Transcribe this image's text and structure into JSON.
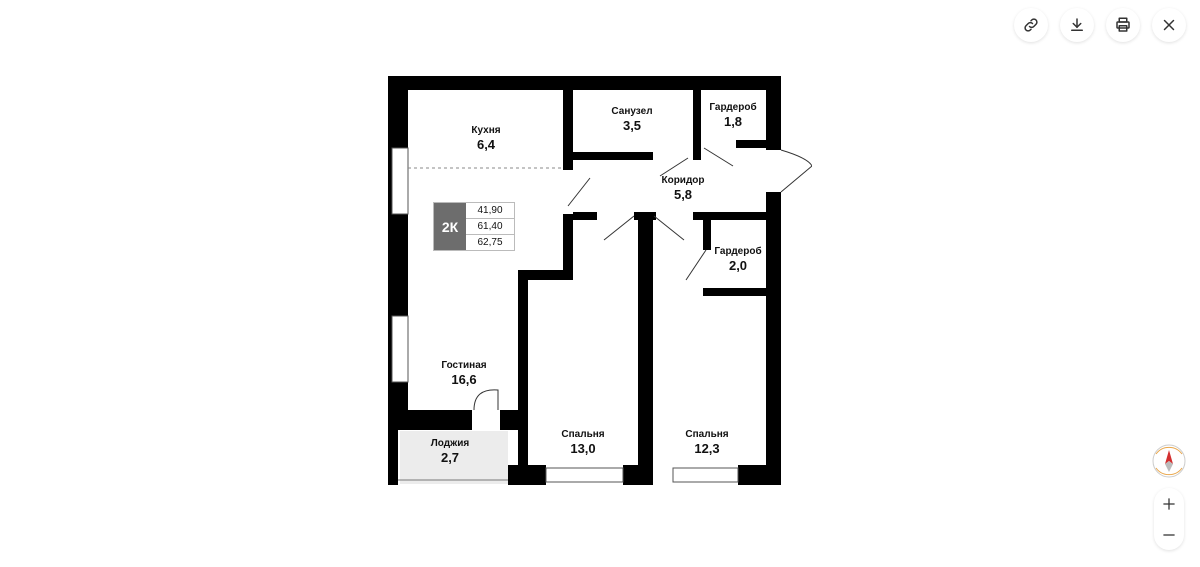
{
  "toolbar": {
    "link": "link-icon",
    "download": "download-icon",
    "print": "printer-icon",
    "close": "close-icon"
  },
  "plan": {
    "badge": {
      "type": "2К",
      "values": [
        "41,90",
        "61,40",
        "62,75"
      ]
    },
    "rooms": [
      {
        "name": "Кухня",
        "area": "6,4"
      },
      {
        "name": "Санузел",
        "area": "3,5"
      },
      {
        "name": "Гардероб",
        "area": "1,8"
      },
      {
        "name": "Коридор",
        "area": "5,8"
      },
      {
        "name": "Гардероб",
        "area": "2,0"
      },
      {
        "name": "Гостиная",
        "area": "16,6"
      },
      {
        "name": "Лоджия",
        "area": "2,7"
      },
      {
        "name": "Спальня",
        "area": "13,0"
      },
      {
        "name": "Спальня",
        "area": "12,3"
      }
    ]
  },
  "controls": {
    "compass": "compass-icon",
    "zoom_in": "plus-icon",
    "zoom_out": "minus-icon"
  }
}
